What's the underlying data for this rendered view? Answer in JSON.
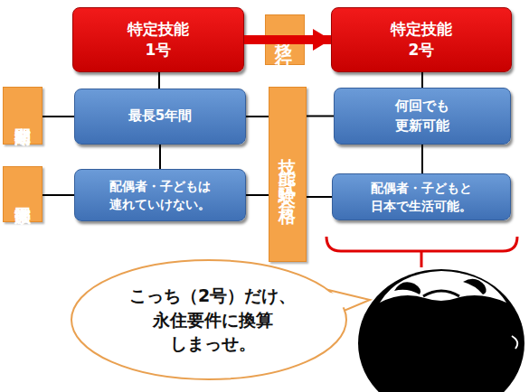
{
  "diagram": {
    "nodes": [
      {
        "text": [
          "特定技能 1号"
        ]
      },
      {
        "text": [
          "特定技能 2号"
        ]
      },
      {
        "text": [
          "滞在期間"
        ]
      },
      {
        "text": [
          "最長5年間"
        ]
      },
      {
        "text": [
          "技能試験合格"
        ]
      },
      {
        "text": [
          "何回でも 更新可能"
        ]
      },
      {
        "text": [
          "家族帯同"
        ]
      },
      {
        "text": [
          "配偶者・子どもは 連れていけない。"
        ]
      },
      {
        "text": [
          "配偶者・子どもと 日本で生活可能。"
        ]
      },
      {
        "text": [
          "こっち（2号）だけ、 永住要件に換算 しまっせ。"
        ]
      }
    ],
    "edges": [
      {
        "from": 0,
        "to": 1,
        "label": "移行",
        "arrow": "to"
      },
      {
        "from": 0,
        "to": 3,
        "arrow": "none"
      },
      {
        "from": 3,
        "to": 7,
        "arrow": "none"
      },
      {
        "from": 1,
        "to": 5,
        "arrow": "none"
      },
      {
        "from": 5,
        "to": 8,
        "arrow": "none"
      },
      {
        "from": 2,
        "to": 3,
        "arrow": "none"
      },
      {
        "from": 3,
        "to": 4,
        "arrow": "none"
      },
      {
        "from": 4,
        "to": 5,
        "arrow": "none"
      },
      {
        "from": 6,
        "to": 7,
        "arrow": "none"
      },
      {
        "from": 7,
        "to": 4,
        "arrow": "none"
      },
      {
        "from": 4,
        "to": 8,
        "arrow": "none"
      }
    ]
  }
}
